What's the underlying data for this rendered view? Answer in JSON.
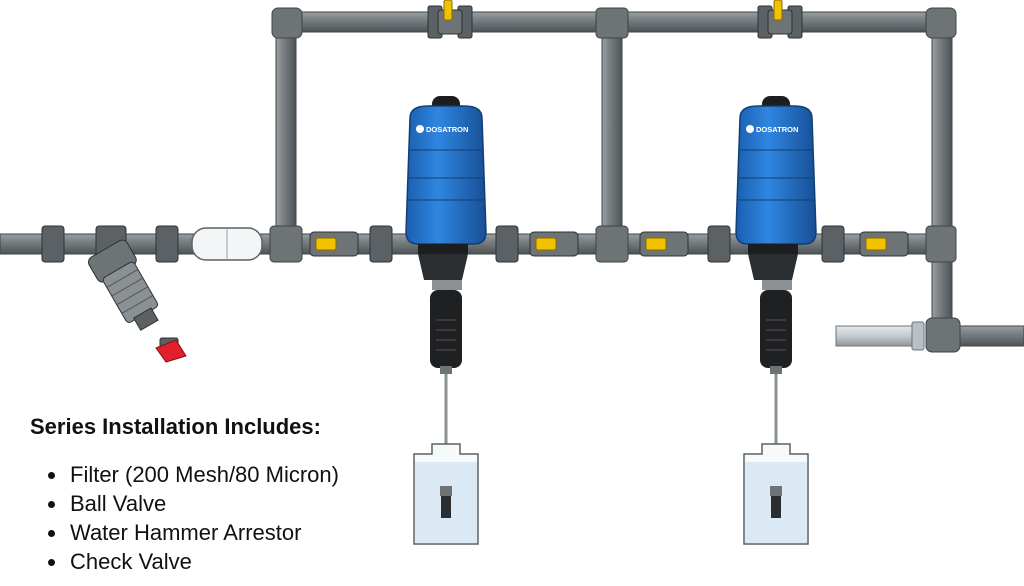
{
  "brand": {
    "dosatron_label": "DOSATRON"
  },
  "colors": {
    "pipe": "#6e7376",
    "pipe_dark": "#3f4447",
    "pipe_light": "#9aa0a3",
    "dosatron_blue": "#1f76d2",
    "valve_yellow": "#f2c200",
    "valve_red": "#e0202a",
    "water": "#dbe9f5",
    "steel": "#c7cdd2"
  },
  "caption": {
    "heading": "Series Installation Includes:",
    "items": [
      "Filter (200 Mesh/80 Micron)",
      "Ball Valve",
      "Water Hammer Arrestor",
      "Check Valve"
    ]
  }
}
